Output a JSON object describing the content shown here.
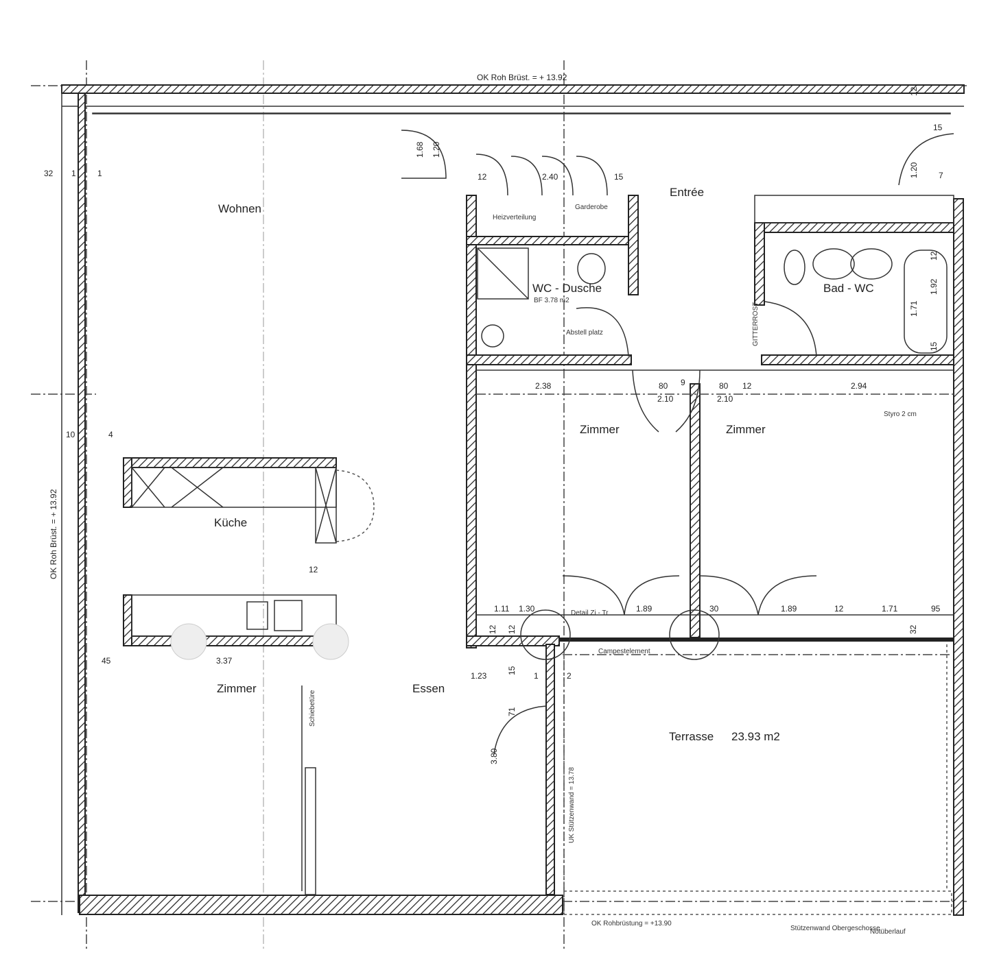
{
  "plan": {
    "top_level_label": "OK Roh Brüst. = + 13.92",
    "left_level_label": "OK Roh Brüst. = + 13.92",
    "bottom_level_label": "OK Rohbrüstung = +13.90",
    "rooms": {
      "wohnen": "Wohnen",
      "kueche": "Küche",
      "zimmer_left": "Zimmer",
      "essen": "Essen",
      "entree": "Entrée",
      "wc_dusche": "WC - Dusche",
      "wc_area": "BF 3.78 m2",
      "bad_wc": "Bad - WC",
      "zimmer_mid": "Zimmer",
      "zimmer_right": "Zimmer",
      "terrasse": "Terrasse",
      "terrasse_area": "23.93 m2"
    },
    "annotations": {
      "garderobe": "Garderobe",
      "heizverteilung": "Heizverteilung",
      "abstell": "Abstell platz",
      "styro": "Styro 2 cm",
      "detail": "Detail Zi - Tr",
      "campestelement": "Campestelement",
      "schiebetuer": "Schiebetüre",
      "stuetzenwand": "UK Stützenwand = 13.78",
      "stuetzen_og": "Stützenwand Obergeschosse",
      "notueberlauf": "Notüberlauf",
      "gitter": "GITTERROST"
    },
    "dimensions": [
      "32",
      "1",
      "1",
      "10",
      "4",
      "45",
      "3.37",
      "1.23",
      "1.68",
      "1.20",
      "2.40",
      "15",
      "12",
      "2.38",
      "2.10",
      "2.10",
      "80",
      "9",
      "80",
      "12",
      "2.94",
      "1.11",
      "1.30",
      "1.89",
      "30",
      "1.89",
      "12",
      "1.71",
      "95",
      "32",
      "12",
      "15",
      "1.71",
      "1.92",
      "12",
      "1.20",
      "7",
      "15",
      "3.80",
      "71",
      "12",
      "12",
      "15",
      "1",
      "2",
      "12"
    ]
  }
}
